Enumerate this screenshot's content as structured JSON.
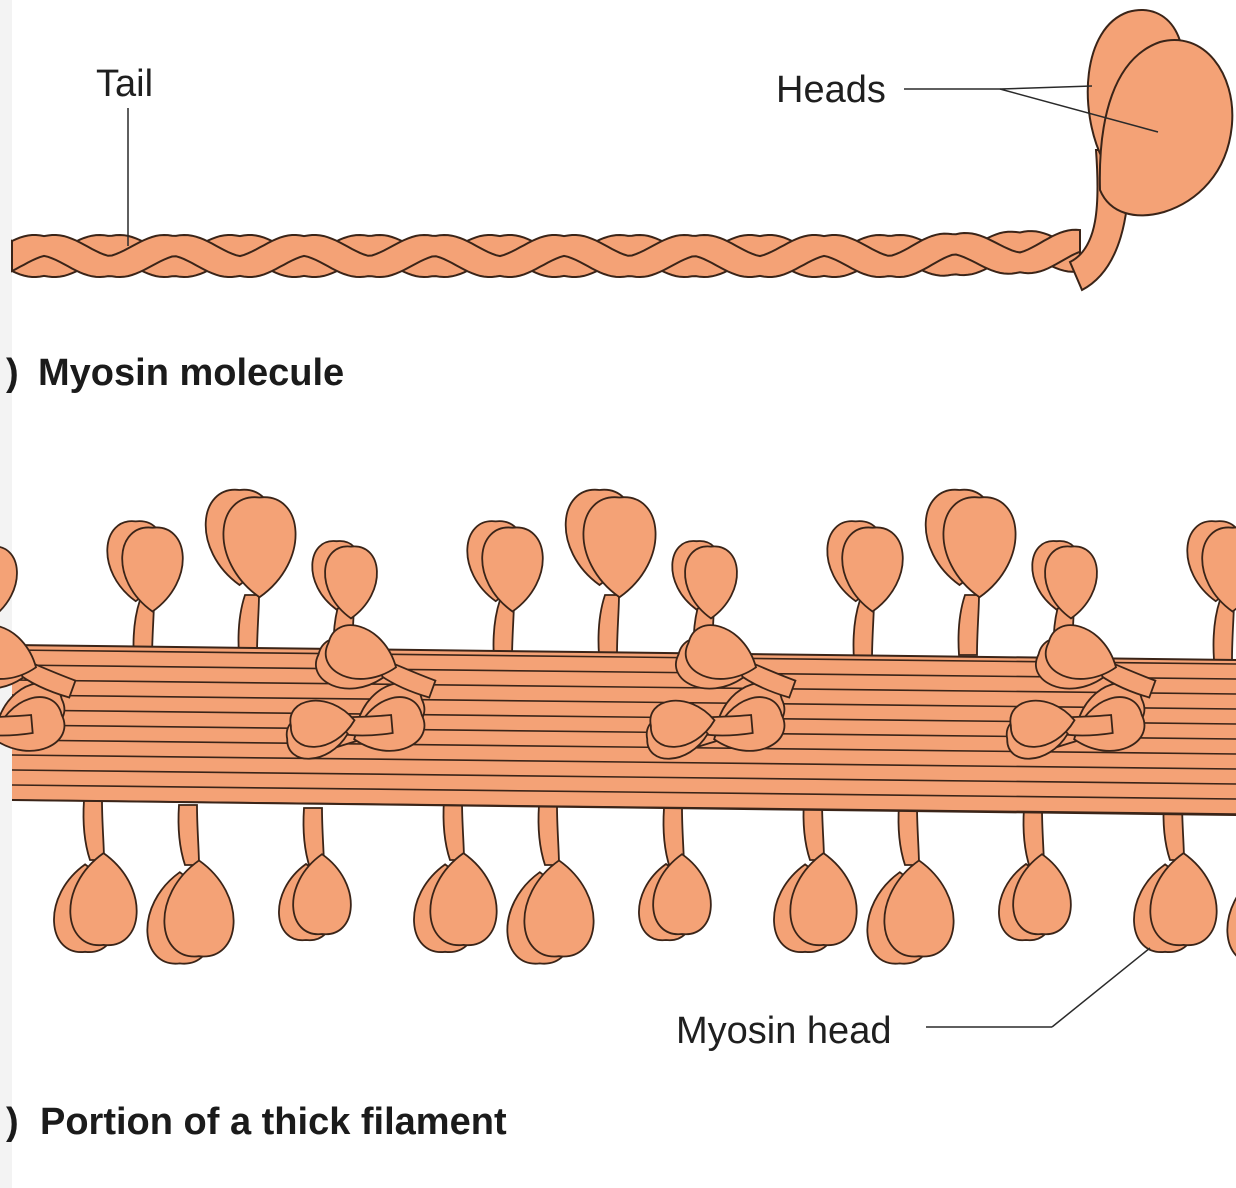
{
  "colors": {
    "myosin_fill": "#f4a276",
    "outline": "#3a2418",
    "background": "#ffffff",
    "leader": "#2a2a2a"
  },
  "molecule": {
    "tail_label": "Tail",
    "heads_label": "Heads",
    "caption_marker": ")",
    "caption": "Myosin molecule"
  },
  "filament": {
    "head_label": "Myosin head",
    "caption_marker": ")",
    "caption": "Portion of a thick filament"
  }
}
